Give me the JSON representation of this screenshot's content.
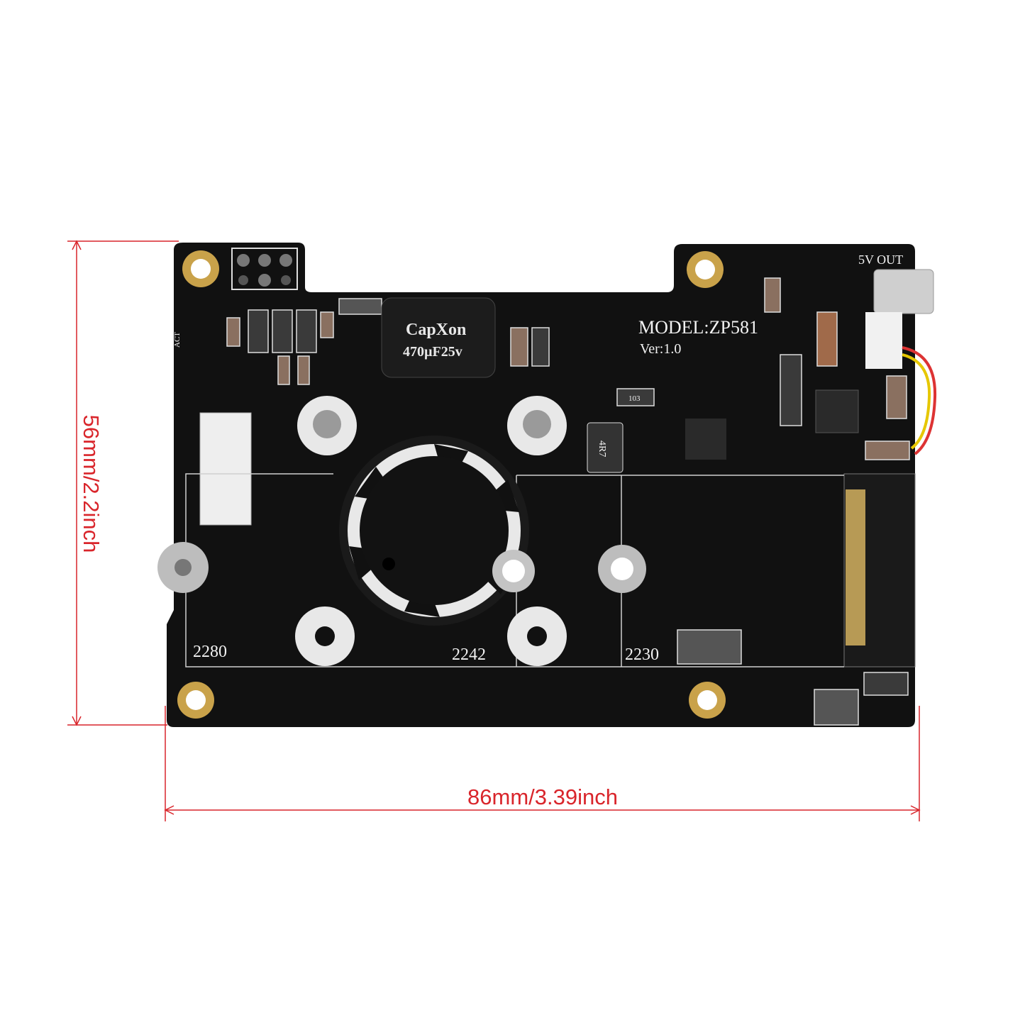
{
  "dimensions": {
    "height_label": "56mm/2.2inch",
    "width_label": "86mm/3.39inch",
    "line_color": "#d9252b"
  },
  "board": {
    "model": "MODEL:ZP581",
    "version": "Ver:1.0",
    "usb_label": "5V OUT",
    "led_label": "ACT",
    "slot_labels": [
      "2280",
      "2242",
      "2230"
    ],
    "capacitor_brand": "CapXon",
    "capacitor_rating": "470µF25v",
    "inductor_code": "4R7",
    "resistor_code": "103",
    "pcb_color": "#111111",
    "pad_color": "#c9a24a"
  }
}
